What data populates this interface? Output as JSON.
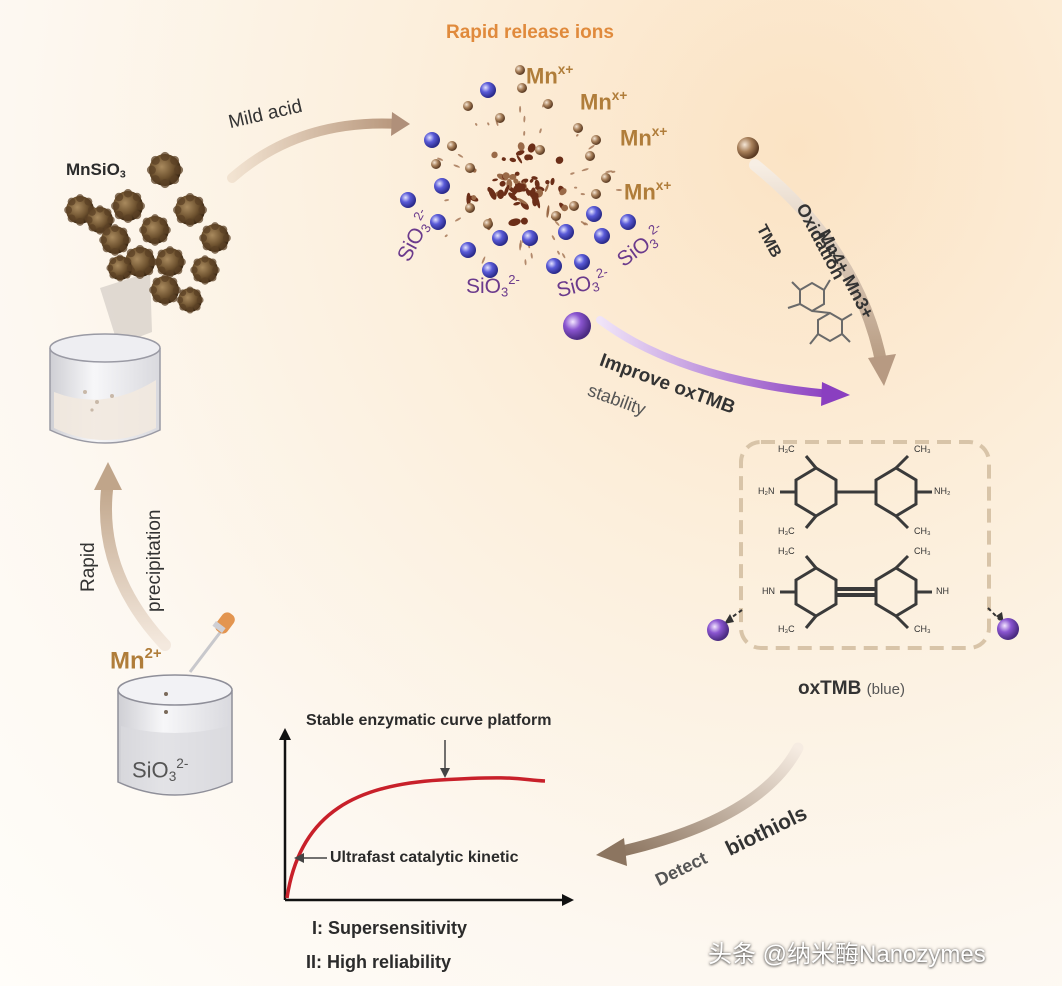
{
  "labels": {
    "rapid_release": "Rapid release ions",
    "mild_acid": "Mild acid",
    "mnsio3_base": "MnSiO",
    "mnsio3_sub": "3",
    "mn": "Mn",
    "mn_charge": "x+",
    "sio": "SiO",
    "sio_sub": "3",
    "sio_charge": "2-",
    "mn4_mn3": "Mn4+ Mn3+",
    "oxidation": "Oxidation",
    "tmb": "TMB",
    "improve": "Improve oxTMB",
    "stability": "stability",
    "oxtmb": "oxTMB",
    "oxtmb_blue": "(blue)",
    "rapid": "Rapid",
    "precipitation": "precipitation",
    "mn2": "Mn",
    "mn2_charge": "2+",
    "beaker_sio": "SiO",
    "beaker_sub": "3",
    "beaker_charge": "2-",
    "platform": "Stable enzymatic curve platform",
    "kinetic": "Ultrafast catalytic kinetic",
    "detect": "Detect",
    "biothiols": "biothiols",
    "i": "I: Supersensitivity",
    "ii": "II: High reliability",
    "watermark": "头条 @纳米酶Nanozymes",
    "chem_h3c": "H₃C",
    "chem_ch3": "CH₃",
    "chem_h2n": "H₂N",
    "chem_nh2": "NH₂",
    "chem_hn": "HN",
    "chem_nh": "NH"
  },
  "colors": {
    "mn_text": "#b07d3a",
    "sio_text": "#6b3a8c",
    "arrow_tan": "#c9ad8e",
    "arrow_purple": "#8a3fc0",
    "curve_red": "#c8202a",
    "particle_brown": "#6e4a2b"
  }
}
